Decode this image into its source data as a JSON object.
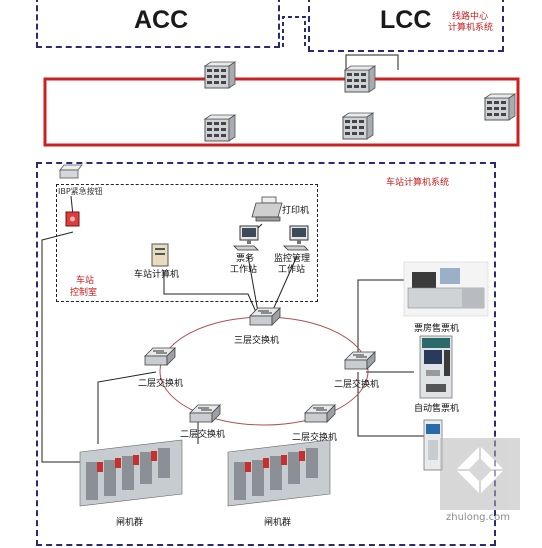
{
  "acc_label": "ACC",
  "lcc_label": "LCC",
  "lcc_desc_line1": "线路中心",
  "lcc_desc_line2": "计算机系统",
  "station_system_label": "车站计算机系统",
  "ibp_label": "IBP紧急按钮",
  "control_room_line1": "车站",
  "control_room_line2": "控制室",
  "station_computer_label": "车站计算机",
  "printer_label": "打印机",
  "ticket_ws_line1": "票务",
  "ticket_ws_line2": "工作站",
  "monitor_ws_line1": "监控管理",
  "monitor_ws_line2": "工作站",
  "l3_switch_label": "三层交换机",
  "l2_switch_labels": [
    "二层交换机",
    "二层交换机",
    "二层交换机",
    "二层交换机"
  ],
  "ticket_office_label": "票房售票机",
  "tvm_label": "自动售票机",
  "gate_group_labels": [
    "闸机群",
    "闸机群"
  ],
  "watermark_text": "zhulong.com",
  "colors": {
    "ring_red": "#cc2020",
    "dash_blue": "#2a2a78",
    "label_red": "#cc1a1a"
  }
}
